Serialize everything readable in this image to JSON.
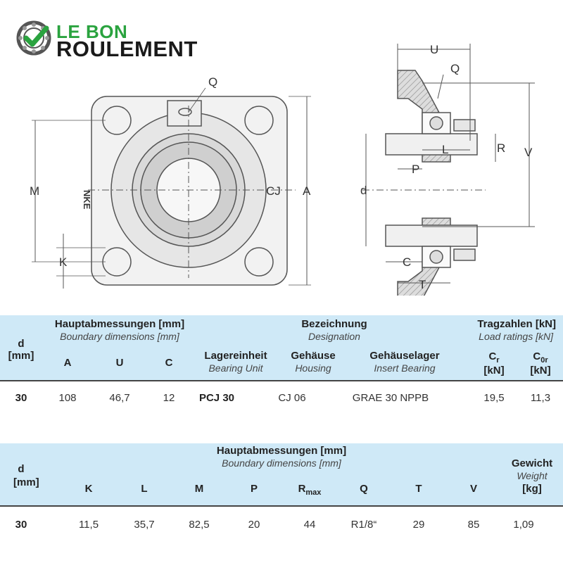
{
  "brand": {
    "line1": "LE BON",
    "line2": "ROULEMENT",
    "green": "#2aa33f"
  },
  "drawing": {
    "labels": {
      "Q": "Q",
      "M": "M",
      "K": "K",
      "CJ": "CJ",
      "A": "A",
      "mark": "NKE",
      "U": "U",
      "Q2": "Q",
      "L": "L",
      "R": "R",
      "V": "V",
      "d": "d",
      "P": "P",
      "C": "C",
      "T": "T"
    }
  },
  "table1": {
    "header": {
      "d": "d",
      "d_unit": "[mm]",
      "dims_de": "Hauptabmessungen [mm]",
      "dims_en": "Boundary dimensions [mm]",
      "A": "A",
      "U": "U",
      "C": "C",
      "desig_de": "Bezeichnung",
      "desig_en": "Designation",
      "unit_de": "Lagereinheit",
      "unit_en": "Bearing Unit",
      "housing_de": "Gehäuse",
      "housing_en": "Housing",
      "insert_de": "Gehäuselager",
      "insert_en": "Insert Bearing",
      "load_de": "Tragzahlen [kN]",
      "load_en": "Load ratings [kN]",
      "cr": "C",
      "cr_sub": "r",
      "cr_unit": "[kN]",
      "c0r": "C",
      "c0r_sub": "0r",
      "c0r_unit": "[kN]"
    },
    "row": {
      "d": "30",
      "A": "108",
      "U": "46,7",
      "C": "12",
      "unit": "PCJ 30",
      "housing": "CJ 06",
      "insert": "GRAE 30 NPPB",
      "cr": "19,5",
      "c0r": "11,3"
    }
  },
  "table2": {
    "header": {
      "d": "d",
      "d_unit": "[mm]",
      "dims_de": "Hauptabmessungen [mm]",
      "dims_en": "Boundary dimensions [mm]",
      "K": "K",
      "L": "L",
      "M": "M",
      "P": "P",
      "R": "R",
      "R_sub": "max",
      "Q": "Q",
      "T": "T",
      "V": "V",
      "weight_de": "Gewicht",
      "weight_en": "Weight",
      "weight_unit": "[kg]"
    },
    "row": {
      "d": "30",
      "K": "11,5",
      "L": "35,7",
      "M": "82,5",
      "P": "20",
      "R": "44",
      "Q": "R1/8“",
      "T": "29",
      "V": "85",
      "weight": "1,09"
    }
  }
}
